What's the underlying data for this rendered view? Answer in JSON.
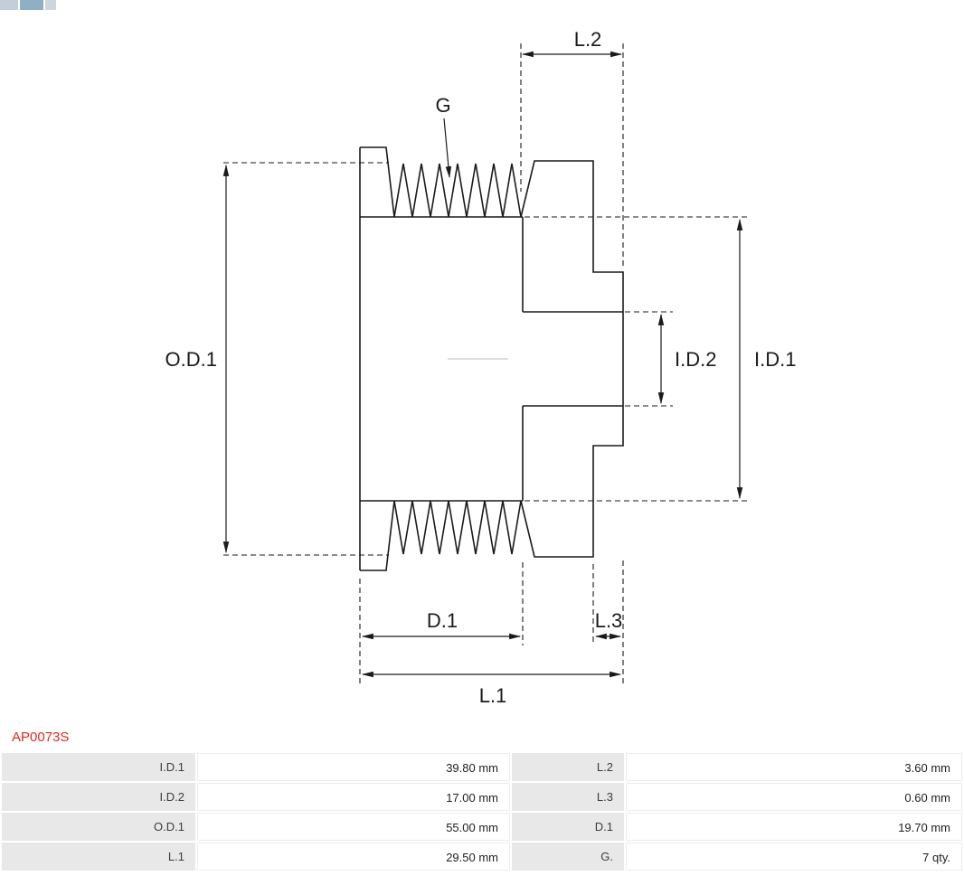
{
  "part_number": "AP0073S",
  "drawing": {
    "labels": {
      "od1": "O.D.1",
      "g": "G",
      "l2": "L.2",
      "id2": "I.D.2",
      "id1": "I.D.1",
      "d1": "D.1",
      "l3": "L.3",
      "l1": "L.1"
    }
  },
  "table": {
    "rows": [
      {
        "label1": "I.D.1",
        "value1": "39.80 mm",
        "label2": "L.2",
        "value2": "3.60 mm"
      },
      {
        "label1": "I.D.2",
        "value1": "17.00 mm",
        "label2": "L.3",
        "value2": "0.60 mm"
      },
      {
        "label1": "O.D.1",
        "value1": "55.00 mm",
        "label2": "D.1",
        "value2": "19.70 mm"
      },
      {
        "label1": "L.1",
        "value1": "29.50 mm",
        "label2": "G.",
        "value2": "7 qty."
      }
    ]
  },
  "colors": {
    "part_number_red": "#e0281e",
    "line_color": "#1a1a1a",
    "table_label_bg": "#e8e8e8"
  }
}
